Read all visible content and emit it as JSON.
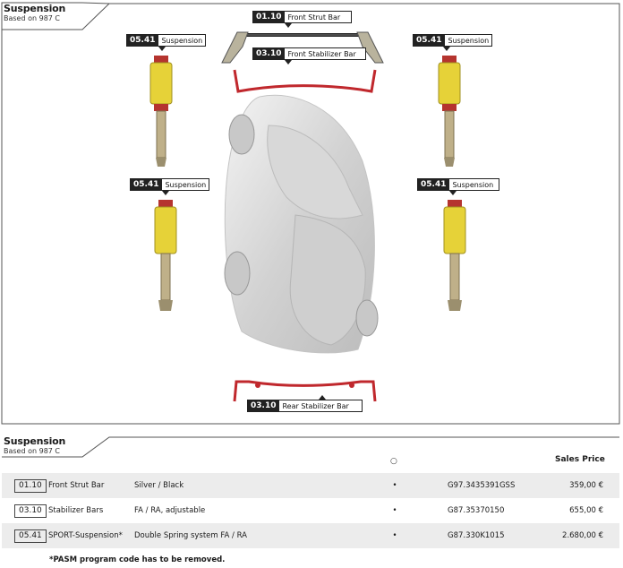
{
  "top_panel": {
    "title": "Suspension",
    "subtitle": "Based on 987 C",
    "callouts": [
      {
        "code": "01.10",
        "label": "Front Strut Bar"
      },
      {
        "code": "03.10",
        "label": "Front Stabilizer Bar"
      },
      {
        "code": "05.41",
        "label": "Suspension"
      },
      {
        "code": "05.41",
        "label": "Suspension"
      },
      {
        "code": "05.41",
        "label": "Suspension"
      },
      {
        "code": "05.41",
        "label": "Suspension"
      },
      {
        "code": "03.10",
        "label": "Rear Stabilizer Bar"
      }
    ]
  },
  "price_section": {
    "title": "Suspension",
    "subtitle": "Based on 987 C",
    "header_icon": "○",
    "header_price": "Sales Price",
    "rows": [
      {
        "code": "01.10",
        "name": "Front Strut Bar",
        "desc": "Silver / Black",
        "dot": "•",
        "part": "G97.3435391GSS",
        "price": "359,00 €"
      },
      {
        "code": "03.10",
        "name": "Stabilizer Bars",
        "desc": "FA / RA, adjustable",
        "dot": "•",
        "part": "G87.35370150",
        "price": "655,00 €"
      },
      {
        "code": "05.41",
        "name": "SPORT-Suspension*",
        "desc": "Double Spring system FA / RA",
        "dot": "•",
        "part": "G87.330K1015",
        "price": "2.680,00 €"
      }
    ],
    "footnote": "*PASM program code has to be removed."
  },
  "colors": {
    "accent_red": "#c0282d",
    "coil_yellow": "#e6d238",
    "frame": "#444444"
  }
}
